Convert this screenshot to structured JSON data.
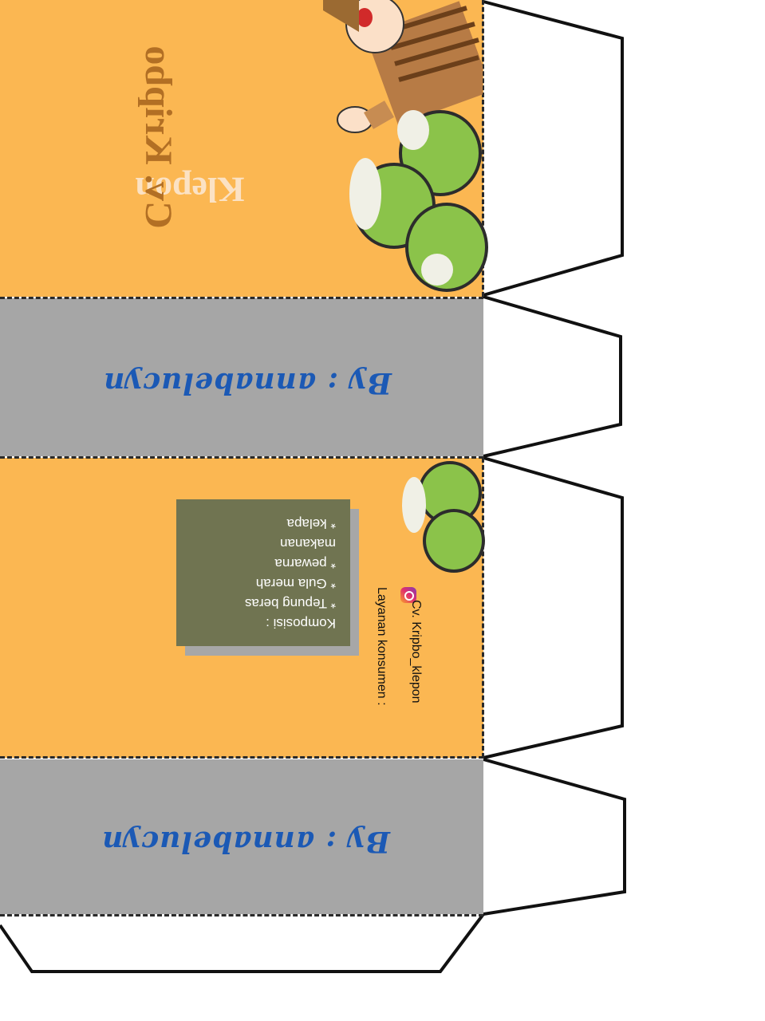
{
  "front": {
    "title_line1": "Klepon",
    "title_line2": "Cv. Kripbo"
  },
  "side_panels": {
    "byline_1": "By : annabelucyn",
    "byline_2": "By : annabelucyn"
  },
  "back": {
    "composition_label": "Komposisi :",
    "ingredients": [
      "* Tepung beras",
      "* Gula merah",
      "* pewarna",
      "makanan",
      "* kelapa"
    ],
    "contact_label": "Layanan konsumen :",
    "instagram_handle": "Cv. Kripbo_klepon"
  },
  "icons": [
    "instagram-icon",
    "mascot-figure",
    "klepon-characters"
  ],
  "colors": {
    "orange_panel": "#fbb752",
    "gray_panel": "#a6a6a6",
    "title_light": "#fbe2c4",
    "title_dark": "#b26f24",
    "byline": "#1b59b5",
    "info_box": "#707451"
  }
}
